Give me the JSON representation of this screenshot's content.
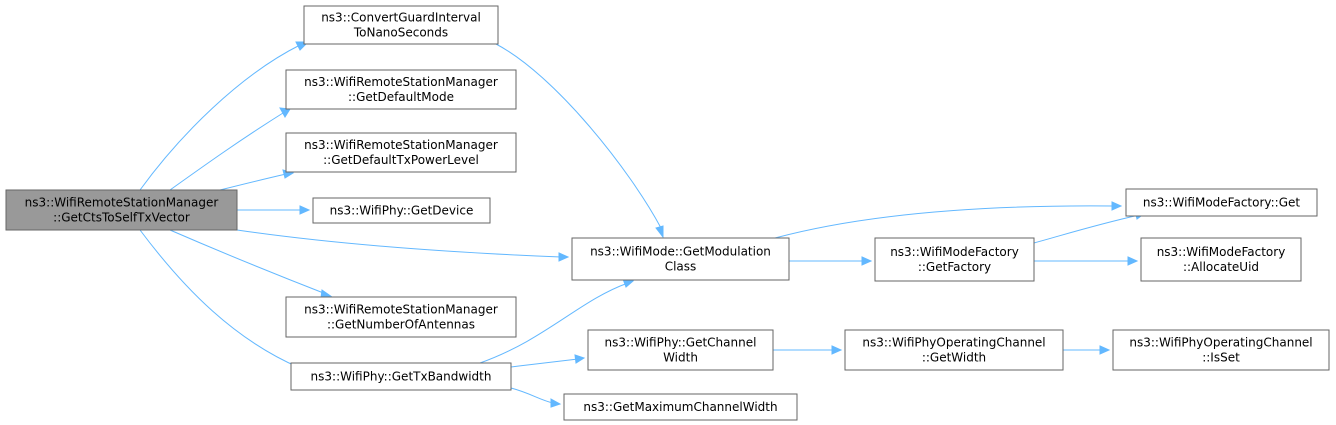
{
  "diagram": {
    "kind": "call-graph",
    "colors": {
      "root_fill": "#999999",
      "node_fill": "#ffffff",
      "node_border": "#666666",
      "edge": "#63b8ff"
    },
    "nodes": [
      {
        "id": "root",
        "lines": [
          "ns3::WifiRemoteStationManager",
          "::GetCtsToSelfTxVector"
        ],
        "root": true
      },
      {
        "id": "cgi",
        "lines": [
          "ns3::ConvertGuardInterval",
          "ToNanoSeconds"
        ]
      },
      {
        "id": "gdm",
        "lines": [
          "ns3::WifiRemoteStationManager",
          "::GetDefaultMode"
        ]
      },
      {
        "id": "gdtx",
        "lines": [
          "ns3::WifiRemoteStationManager",
          "::GetDefaultTxPowerLevel"
        ]
      },
      {
        "id": "gdev",
        "lines": [
          "ns3::WifiPhy::GetDevice"
        ]
      },
      {
        "id": "gmc",
        "lines": [
          "ns3::WifiMode::GetModulation",
          "Class"
        ]
      },
      {
        "id": "gna",
        "lines": [
          "ns3::WifiRemoteStationManager",
          "::GetNumberOfAntennas"
        ]
      },
      {
        "id": "gtxbw",
        "lines": [
          "ns3::WifiPhy::GetTxBandwidth"
        ]
      },
      {
        "id": "mfget",
        "lines": [
          "ns3::WifiModeFactory::Get"
        ]
      },
      {
        "id": "mfgf",
        "lines": [
          "ns3::WifiModeFactory",
          "::GetFactory"
        ]
      },
      {
        "id": "mfau",
        "lines": [
          "ns3::WifiModeFactory",
          "::AllocateUid"
        ]
      },
      {
        "id": "gcw",
        "lines": [
          "ns3::WifiPhy::GetChannel",
          "Width"
        ]
      },
      {
        "id": "pocgw",
        "lines": [
          "ns3::WifiPhyOperatingChannel",
          "::GetWidth"
        ]
      },
      {
        "id": "pocis",
        "lines": [
          "ns3::WifiPhyOperatingChannel",
          "::IsSet"
        ]
      },
      {
        "id": "gmcw",
        "lines": [
          "ns3::GetMaximumChannelWidth"
        ]
      }
    ],
    "edges": [
      {
        "from": "root",
        "to": "cgi"
      },
      {
        "from": "root",
        "to": "gdm"
      },
      {
        "from": "root",
        "to": "gdtx"
      },
      {
        "from": "root",
        "to": "gdev"
      },
      {
        "from": "root",
        "to": "gmc"
      },
      {
        "from": "root",
        "to": "gna"
      },
      {
        "from": "root",
        "to": "gtxbw"
      },
      {
        "from": "cgi",
        "to": "gmc"
      },
      {
        "from": "gmc",
        "to": "mfget"
      },
      {
        "from": "gmc",
        "to": "mfgf"
      },
      {
        "from": "mfgf",
        "to": "mfget"
      },
      {
        "from": "mfgf",
        "to": "mfau"
      },
      {
        "from": "gtxbw",
        "to": "gmc"
      },
      {
        "from": "gtxbw",
        "to": "gcw"
      },
      {
        "from": "gtxbw",
        "to": "gmcw"
      },
      {
        "from": "gcw",
        "to": "pocgw"
      },
      {
        "from": "pocgw",
        "to": "pocis"
      }
    ]
  }
}
